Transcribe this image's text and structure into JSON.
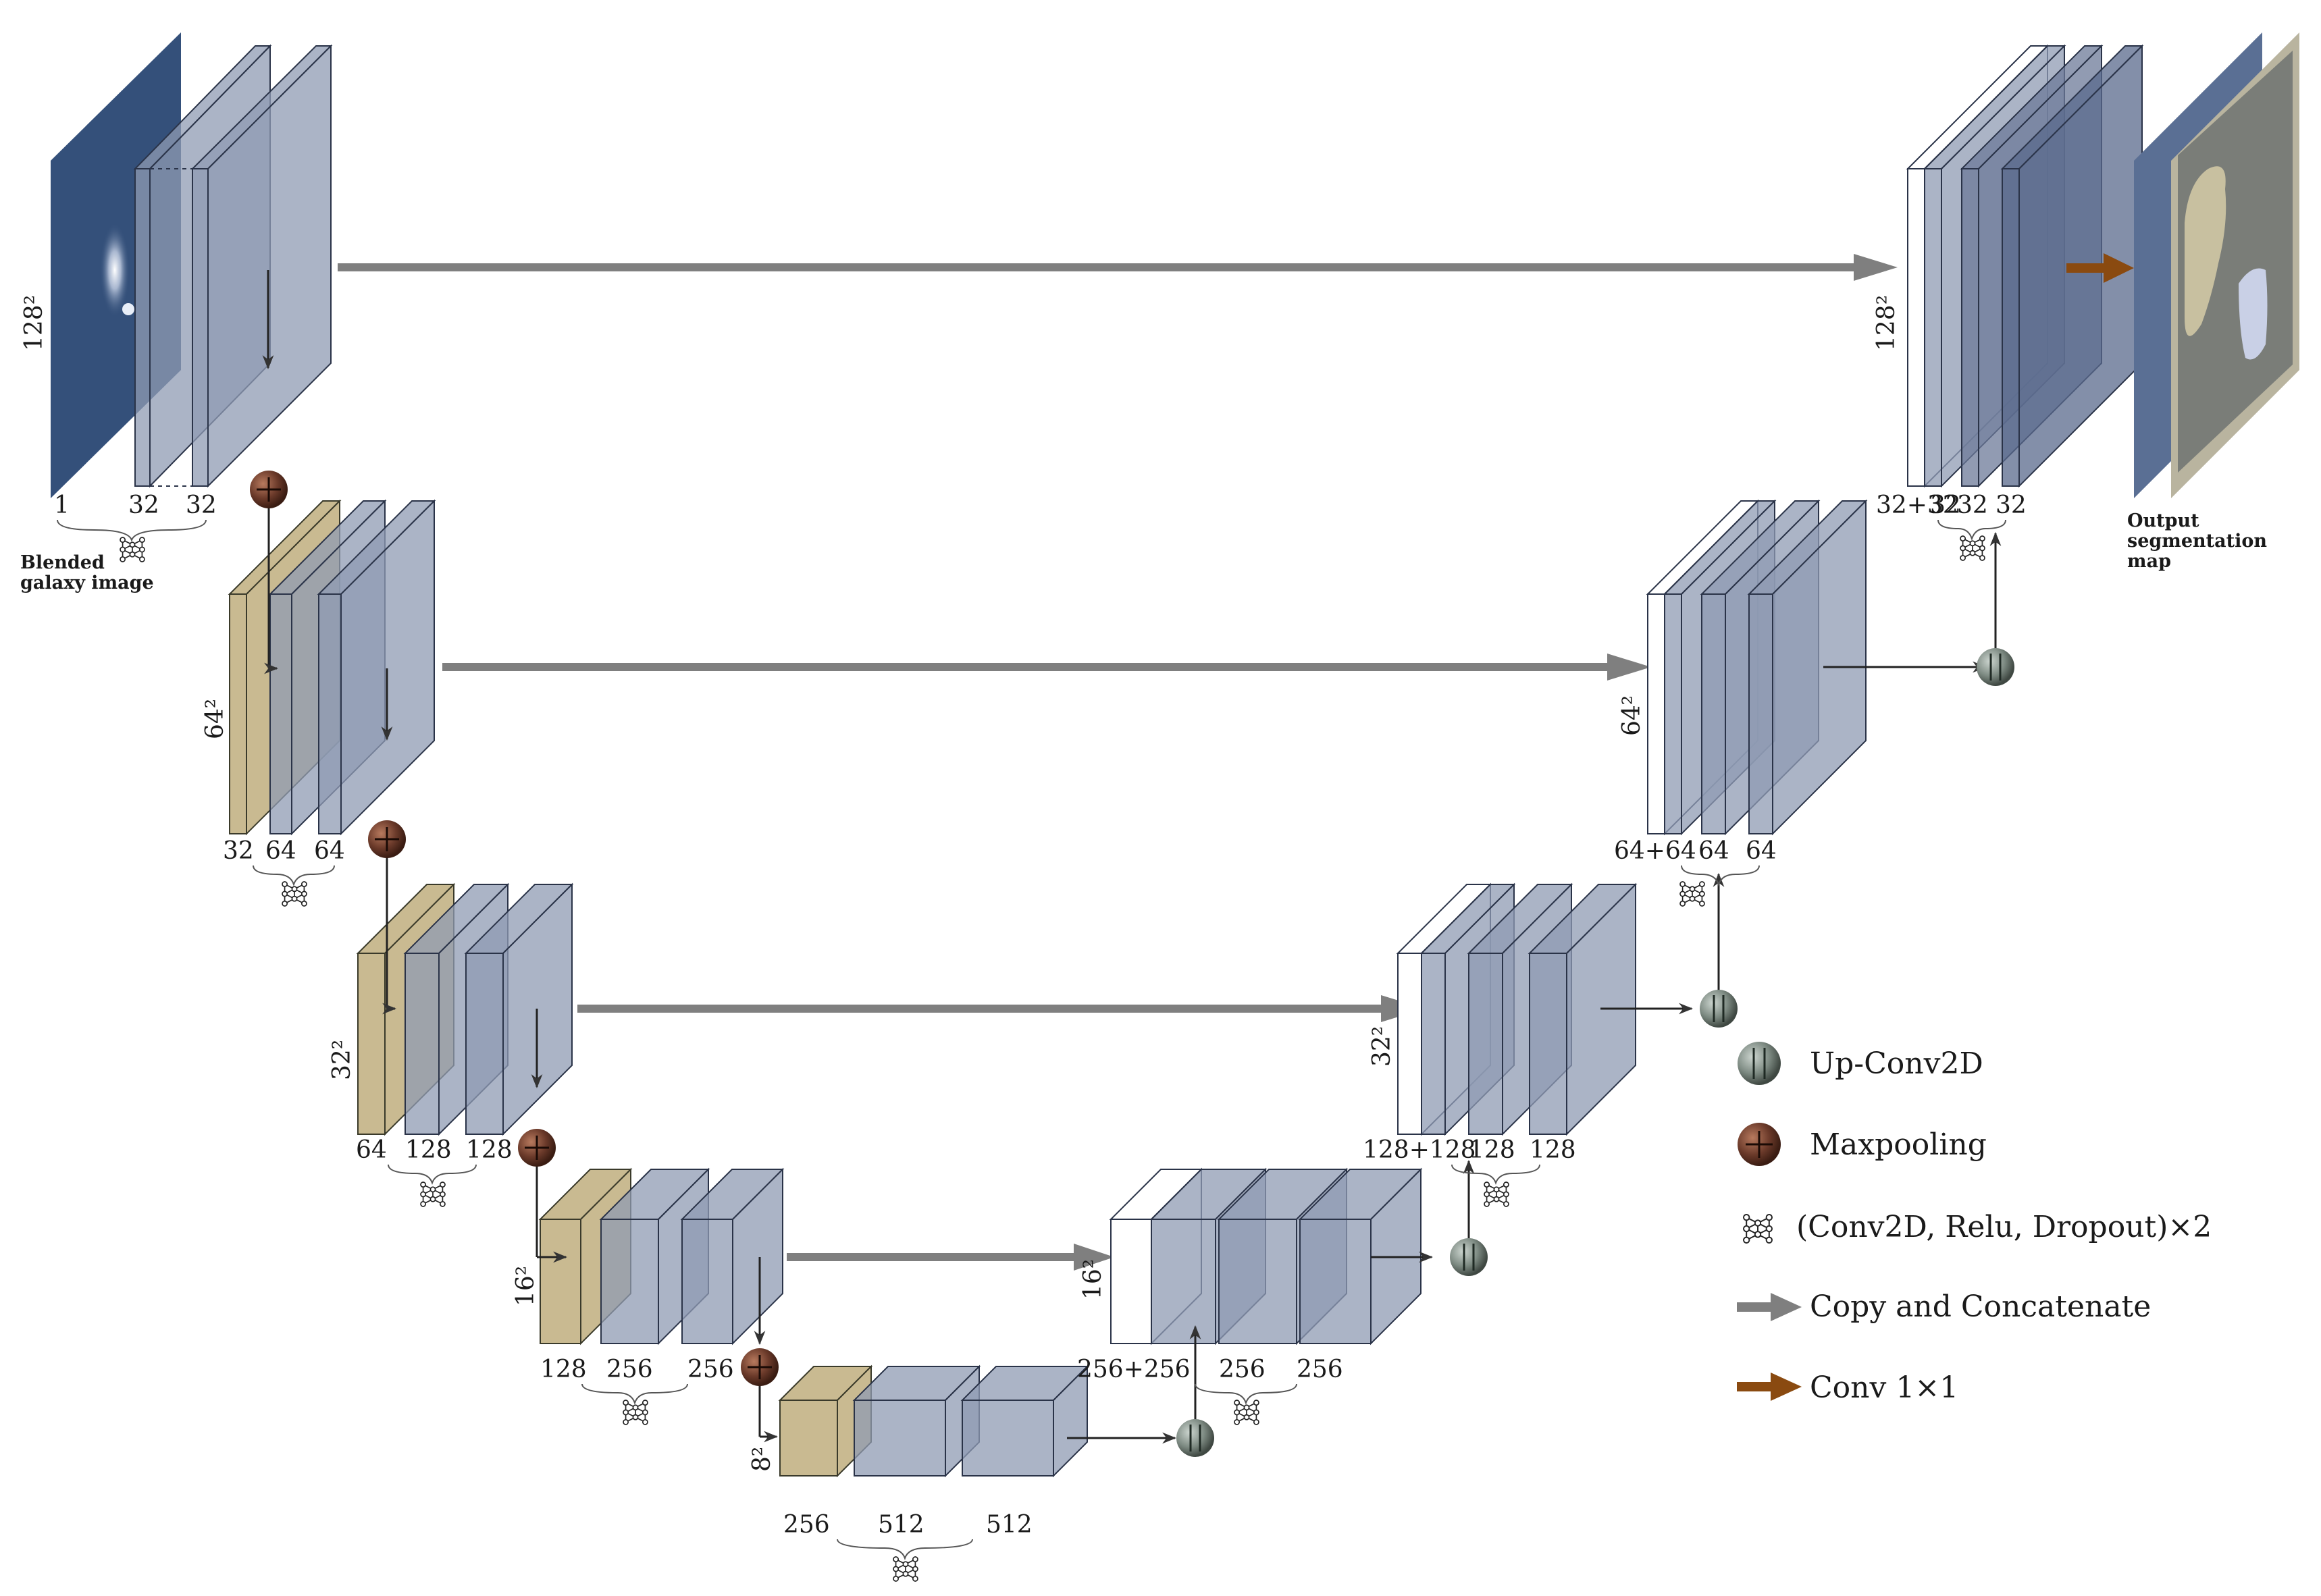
{
  "input_caption": [
    "Blended",
    "galaxy image"
  ],
  "output_caption": [
    "Output",
    "segmentation",
    "map"
  ],
  "levels": [
    {
      "size_label": "128²",
      "channel_labels": [
        "1",
        "32",
        "32"
      ]
    },
    {
      "size_label": "64²",
      "channel_labels": [
        "32",
        "64",
        "64"
      ]
    },
    {
      "size_label": "32²",
      "channel_labels": [
        "64",
        "128",
        "128"
      ]
    },
    {
      "size_label": "16²",
      "channel_labels": [
        "128",
        "256",
        "256"
      ]
    },
    {
      "size_label": "8²",
      "channel_labels": [
        "256",
        "512",
        "512"
      ]
    }
  ],
  "decoder_levels": [
    {
      "size_label": "16²",
      "channel_labels": [
        "256+256",
        "256",
        "256"
      ]
    },
    {
      "size_label": "32²",
      "channel_labels": [
        "128+128",
        "128",
        "128"
      ]
    },
    {
      "size_label": "64²",
      "channel_labels": [
        "64+64",
        "64",
        "64"
      ]
    },
    {
      "size_label": "128²",
      "channel_labels": [
        "32+32",
        "32",
        "32",
        "32"
      ]
    }
  ],
  "legend": {
    "upconv": "Up-Conv2D",
    "maxpool": "Maxpooling",
    "conv_block": "(Conv2D, Relu, Dropout)×2",
    "copy": "Copy and Concatenate",
    "conv1x1": "Conv 1×1"
  },
  "colors": {
    "feature_map": "#8f9bb3",
    "pooled_map": "#bfae7e",
    "input_image": "#34507a",
    "skip_arrow": "#7f7f7f",
    "maxpool_ball": "#6b3a2a",
    "upconv_ball": "#7d8a82",
    "conv1x1_arrow": "#8a4a10",
    "segmentation_bg": "#b9b49f"
  },
  "icons": {
    "maxpool": "maxpool-ball-icon",
    "upconv": "upconv-ball-icon",
    "conv_block": "network-icon",
    "skip": "gray-arrow-icon",
    "conv1x1": "brown-arrow-icon"
  }
}
